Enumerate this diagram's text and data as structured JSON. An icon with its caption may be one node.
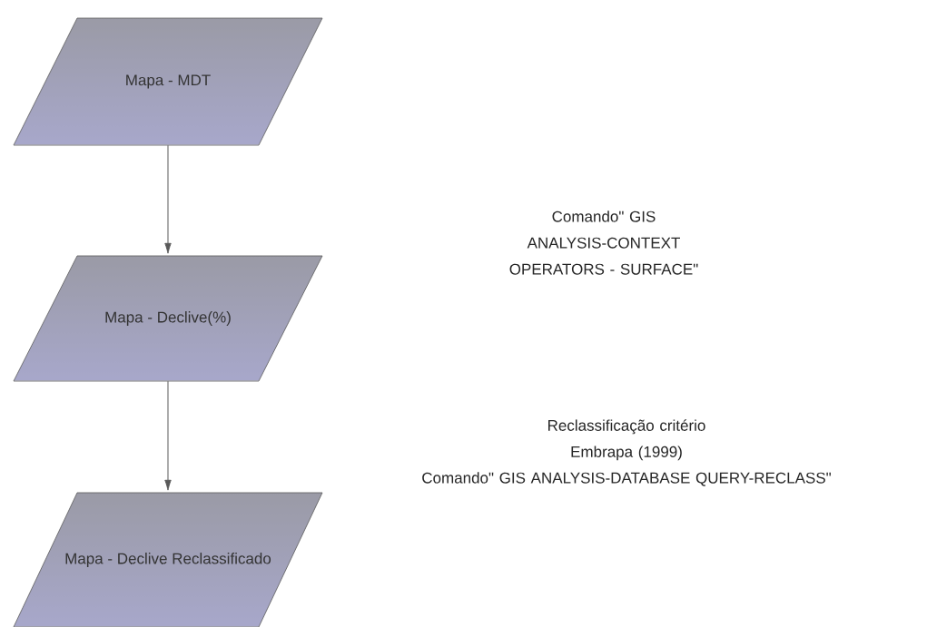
{
  "diagram": {
    "nodes": [
      {
        "text": [
          "Mapa - MDT"
        ]
      },
      {
        "text": [
          "Mapa - Declive(%)"
        ]
      },
      {
        "text": [
          "Mapa - Declive Reclassificado"
        ]
      }
    ],
    "edges": [
      {
        "from": 0,
        "to": 1,
        "arrow": "to"
      },
      {
        "from": 1,
        "to": 2,
        "arrow": "to"
      }
    ],
    "labels": [
      "Comando\" GIS ANALYSIS-CONTEXT OPERATORS - SURFACE\"",
      "Reclassificação critério Embrapa (1999)",
      "Comando\" GIS ANALYSIS-DATABASE QUERY-RECLASS\""
    ]
  }
}
